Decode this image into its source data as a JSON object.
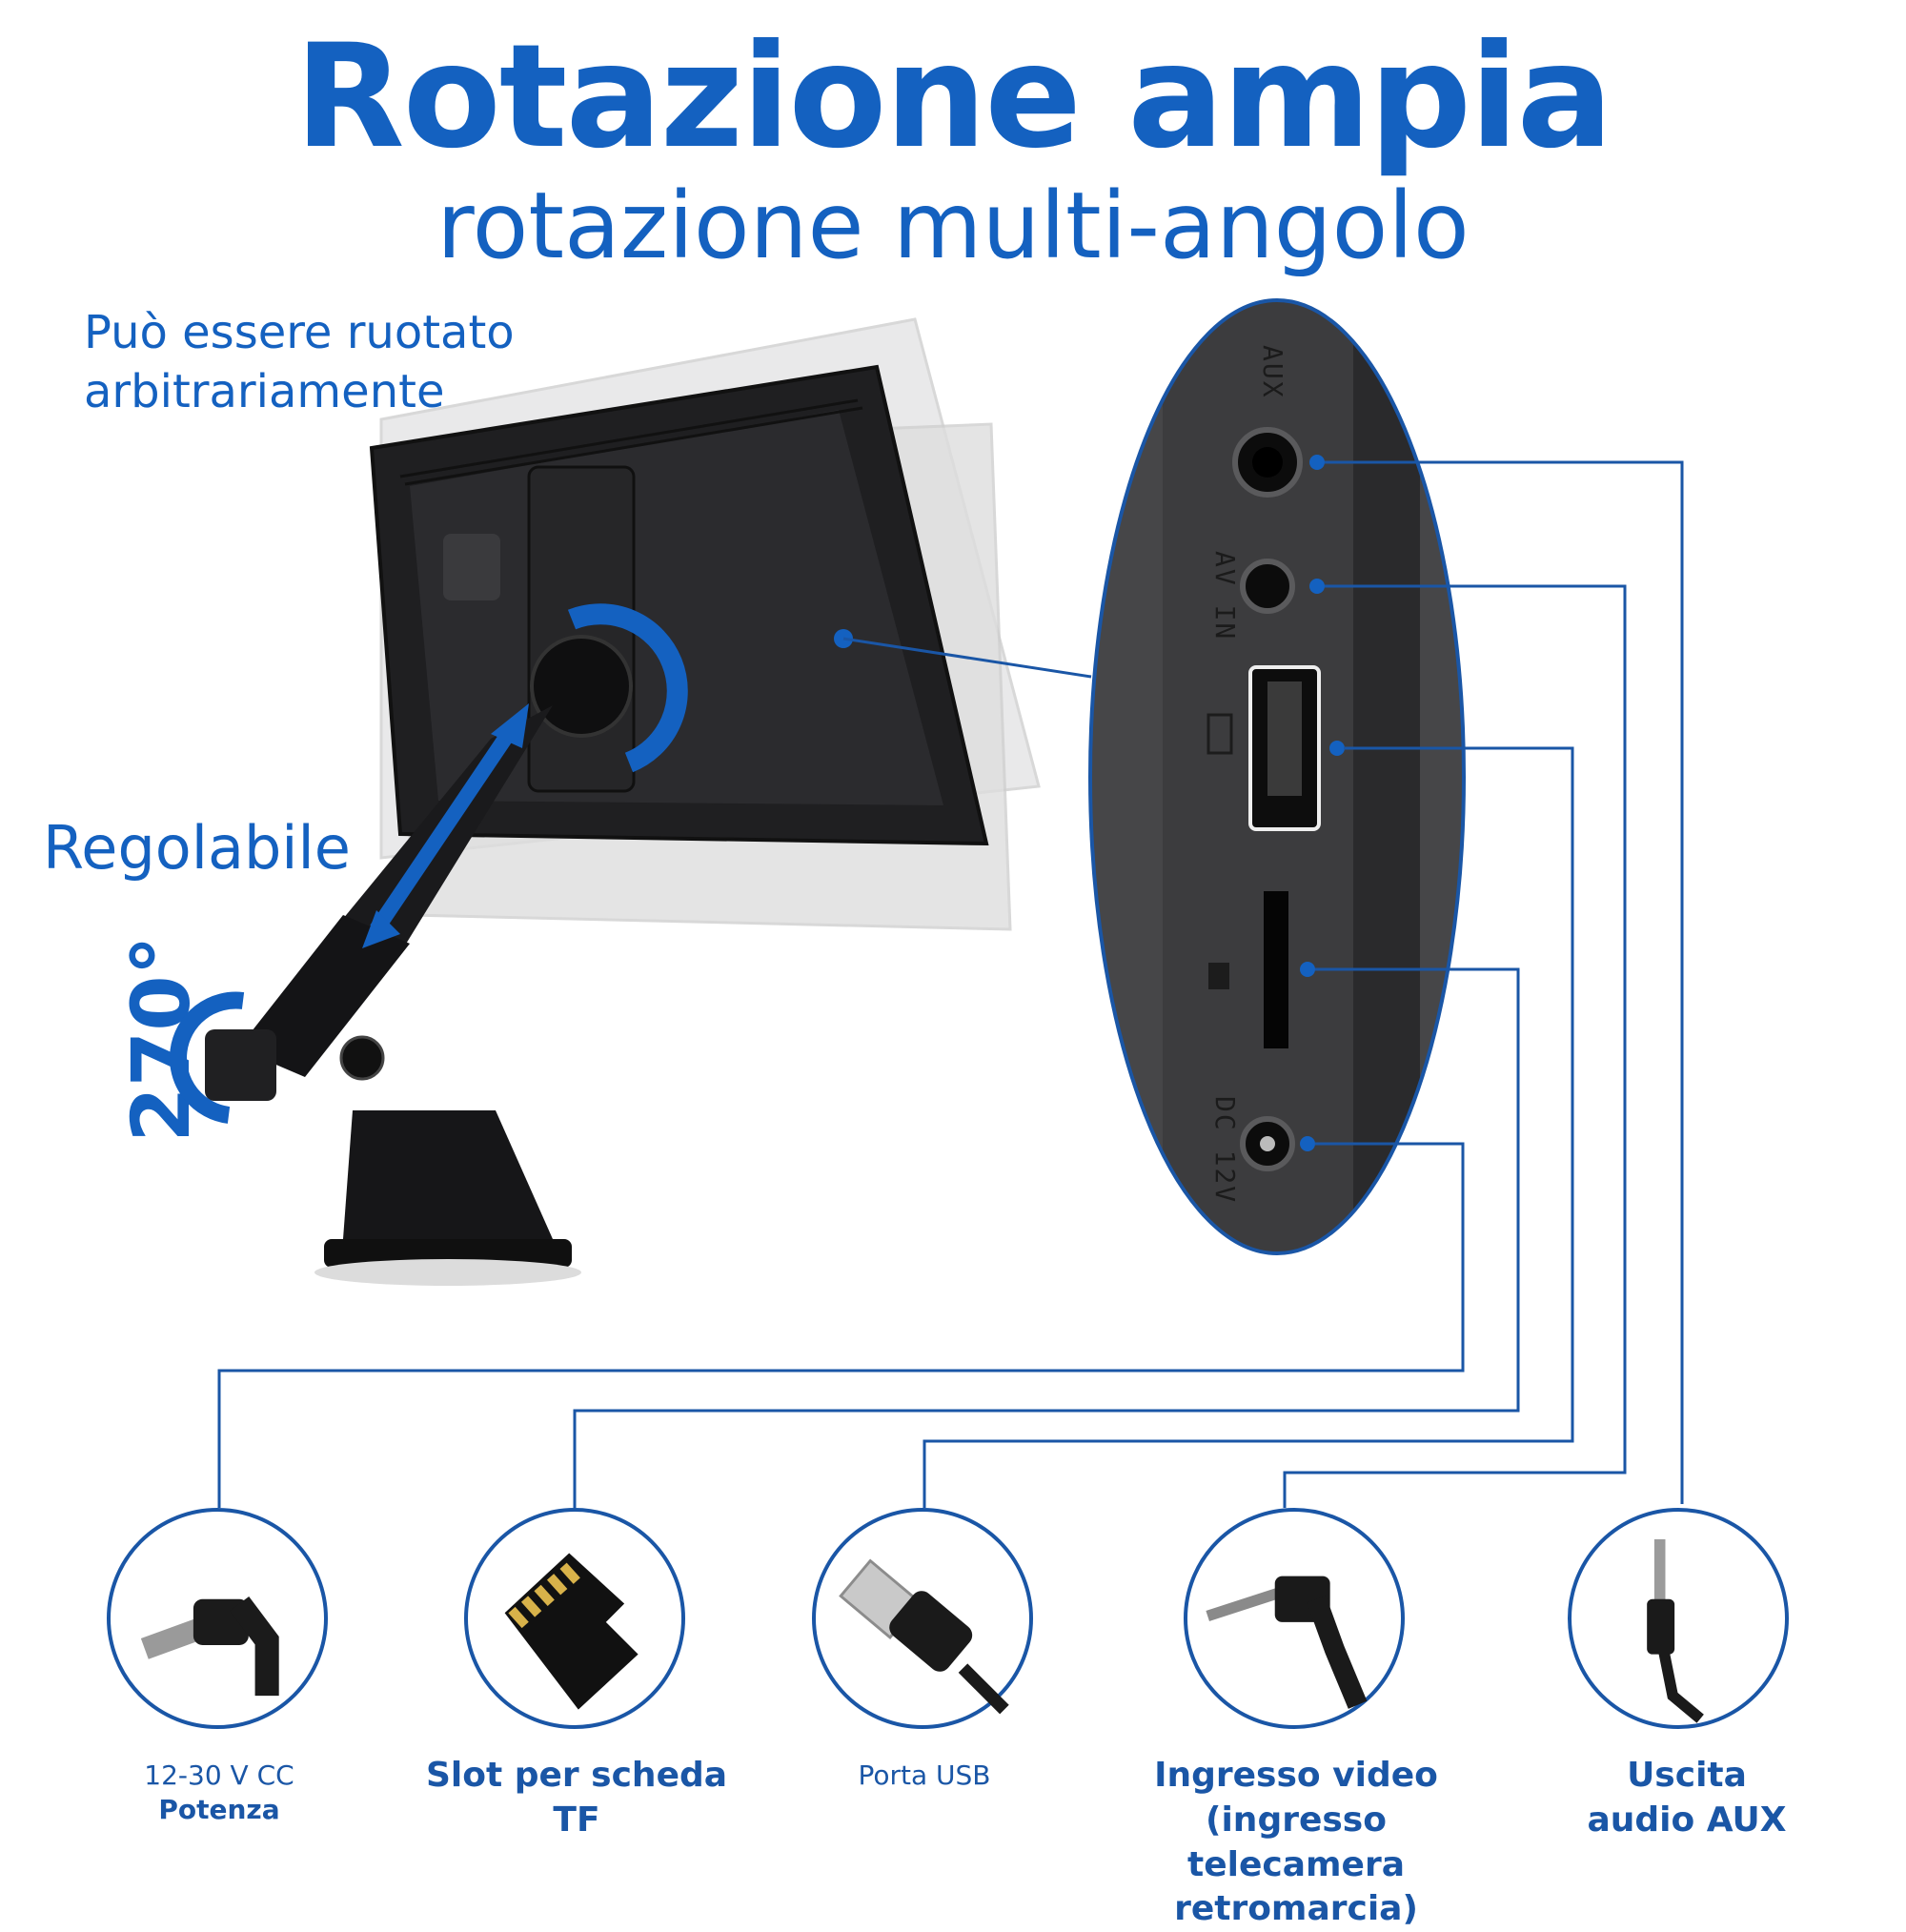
{
  "header": {
    "title": "Rotazione ampia",
    "subtitle": "rotazione multi-angolo"
  },
  "notes": {
    "rotate": "Può essere ruotato arbitrariamente",
    "adjust": "Regolabile",
    "angle": "270°"
  },
  "side_panel": {
    "aux": "AUX",
    "av_in": "AV IN",
    "dc": "DC 12V"
  },
  "ports": [
    {
      "icon": "dc-plug-icon",
      "line1": "12-30 V CC",
      "line2": "Potenza"
    },
    {
      "icon": "tf-card-icon",
      "line1": "Slot per scheda",
      "line2": "TF"
    },
    {
      "icon": "usb-plug-icon",
      "line1": "Porta USB",
      "line2": ""
    },
    {
      "icon": "av-jack-icon",
      "line1": "Ingresso video",
      "line2": "(ingresso telecamera",
      "line3": "retromarcia)"
    },
    {
      "icon": "aux-jack-icon",
      "line1": "Uscita",
      "line2": "audio AUX"
    }
  ],
  "colors": {
    "accent": "#1461c0",
    "line": "#1a56a6",
    "device": "#1d1d1f",
    "panel": "#3b3b3d"
  }
}
